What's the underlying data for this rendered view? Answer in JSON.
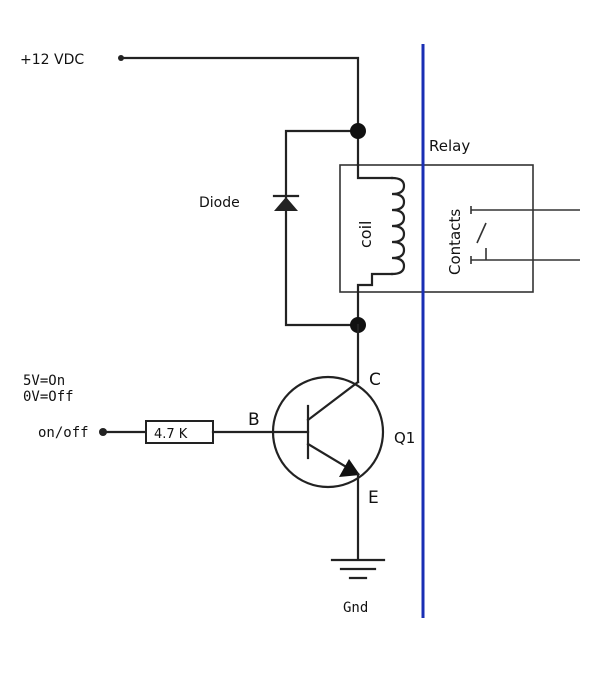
{
  "labels": {
    "supply": "+12 VDC",
    "relay": "Relay",
    "diode": "Diode",
    "coil": "coil",
    "contacts": "Contacts",
    "on_level": "5V=On",
    "off_level": "0V=Off",
    "input": "on/off",
    "resistor": "4.7 K",
    "base": "B",
    "collector": "C",
    "emitter": "E",
    "transistor": "Q1",
    "ground": "Gnd"
  },
  "colors": {
    "wire": "#222222",
    "divider": "#1a2fb4",
    "junction": "#111111"
  }
}
